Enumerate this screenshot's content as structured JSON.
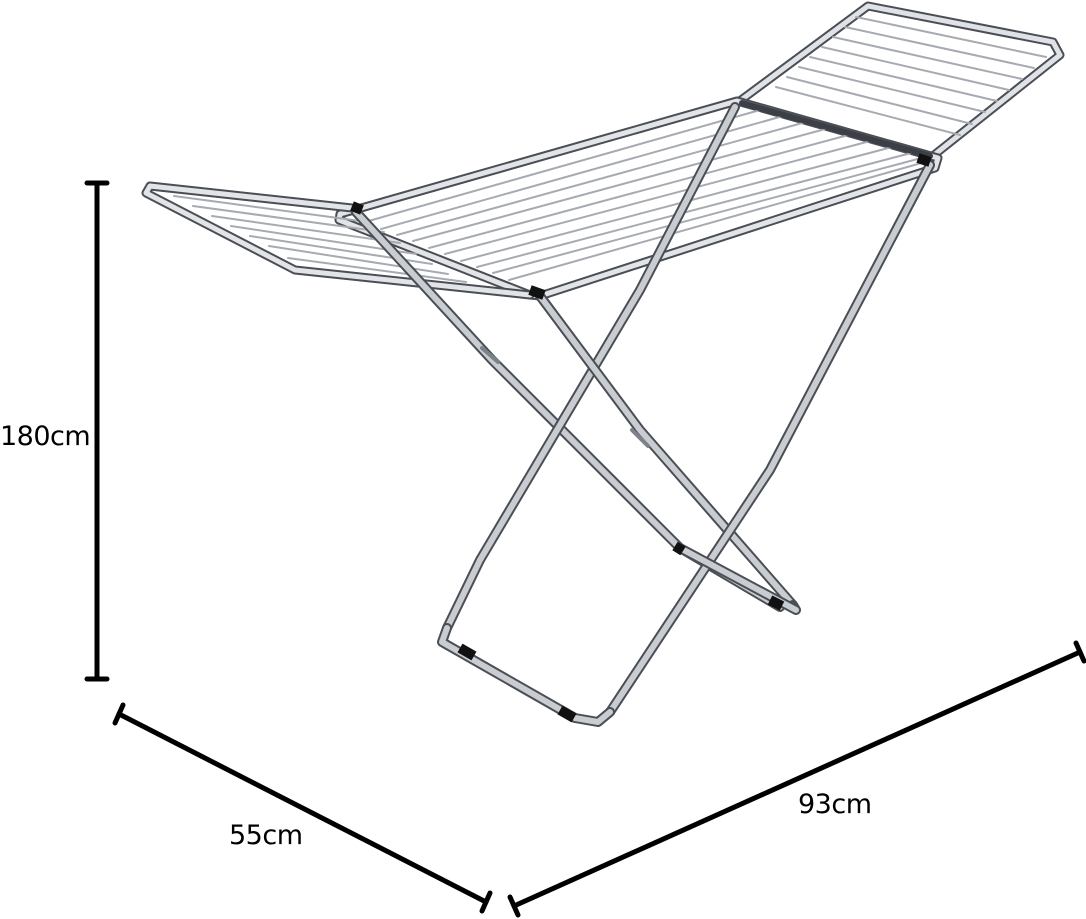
{
  "dimensions": {
    "height": "180cm",
    "depth": "55cm",
    "width": "93cm"
  },
  "colors": {
    "background": "#ffffff",
    "dimension_line": "#000000",
    "frame_light": "#e2e4e7",
    "frame_mid": "#b8bcc2",
    "frame_dark": "#4a4e55",
    "wire": "#9ea2a8",
    "end_cap": "#111111"
  },
  "icons": {
    "product": "clothes-drying-rack"
  }
}
